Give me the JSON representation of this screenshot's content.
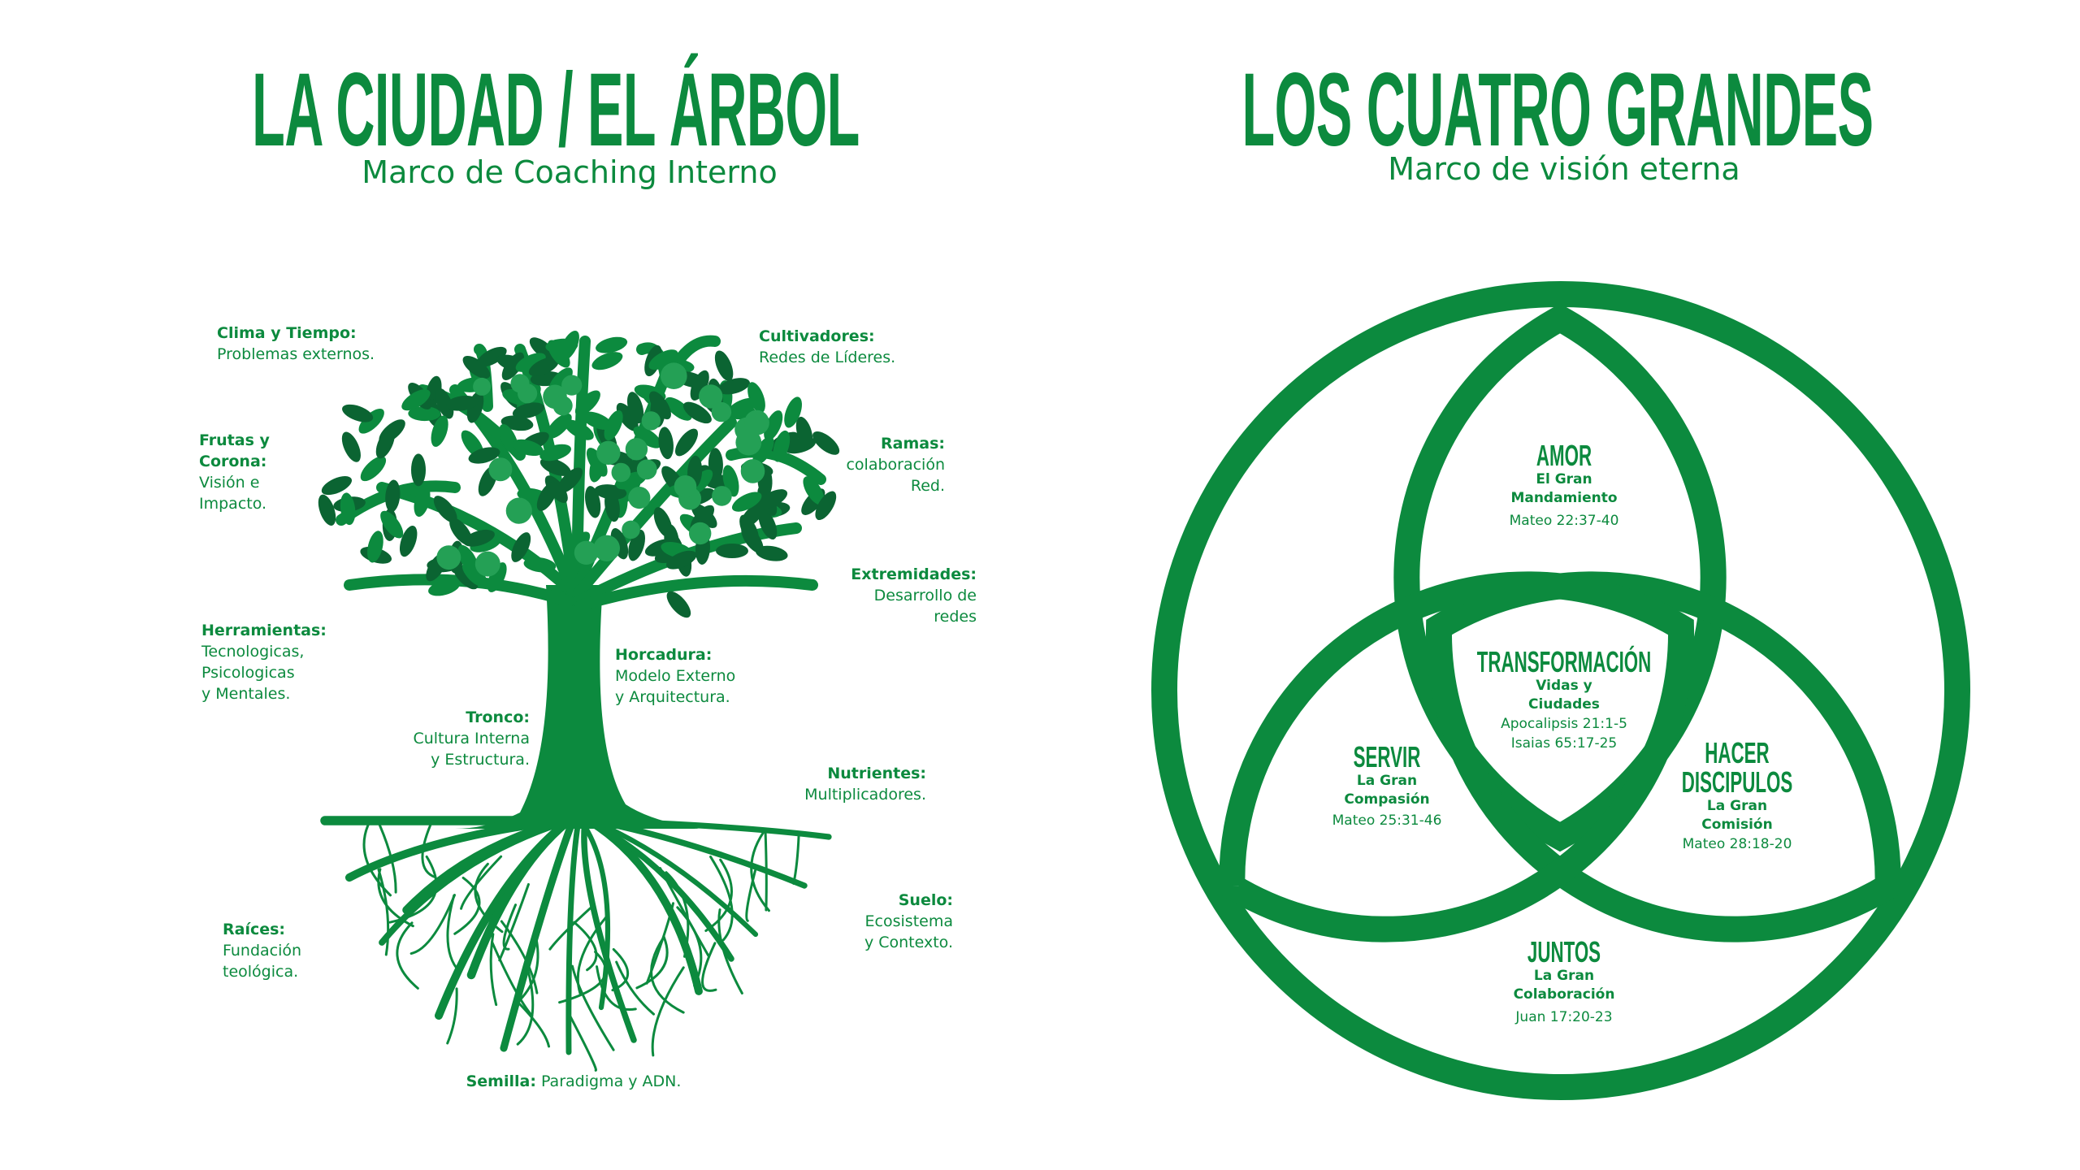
{
  "colors": {
    "green": "#0c8a3e",
    "dark_leaf": "#0b6432",
    "fruit": "#24a055",
    "background": "#ffffff"
  },
  "left": {
    "title": "LA CIUDAD / EL ÁRBOL",
    "subtitle": "Marco de Coaching Interno",
    "labels": {
      "clima": {
        "head": "Clima y Tiempo:",
        "lines": [
          "Problemas externos."
        ]
      },
      "cultivadores": {
        "head": "Cultivadores:",
        "lines": [
          "Redes de Líderes."
        ]
      },
      "frutas": {
        "head1": "Frutas y",
        "head2": "Corona:",
        "lines": [
          "Visión e",
          "Impacto."
        ]
      },
      "ramas": {
        "head": "Ramas:",
        "lines": [
          "colaboración",
          "Red."
        ]
      },
      "extremidades": {
        "head": "Extremidades:",
        "lines": [
          "Desarrollo de",
          "redes"
        ]
      },
      "herramientas": {
        "head": "Herramientas:",
        "lines": [
          "Tecnologicas,",
          "Psicologicas",
          "y Mentales."
        ]
      },
      "horcadura": {
        "head": "Horcadura:",
        "lines": [
          "Modelo Externo",
          "y Arquitectura."
        ]
      },
      "tronco": {
        "head": "Tronco:",
        "lines": [
          "Cultura Interna",
          "y Estructura."
        ]
      },
      "nutrientes": {
        "head": "Nutrientes:",
        "lines": [
          "Multiplicadores."
        ]
      },
      "suelo": {
        "head": "Suelo:",
        "lines": [
          "Ecosistema",
          "y Contexto."
        ]
      },
      "raices": {
        "head": "Raíces:",
        "lines": [
          "Fundación",
          "teológica."
        ]
      },
      "semilla": {
        "head": "Semilla:",
        "text": " Paradigma y ADN."
      }
    }
  },
  "right": {
    "title": "LOS CUATRO GRANDES",
    "subtitle": "Marco de visión eterna",
    "amor": {
      "heading": "AMOR",
      "sub": [
        "El Gran",
        "Mandamiento"
      ],
      "ref": "Mateo 22:37-40"
    },
    "transformacion": {
      "heading": "TRANSFORMACIÓN",
      "sub": [
        "Vidas y",
        "Ciudades"
      ],
      "refs": [
        "Apocalipsis 21:1-5",
        "Isaias 65:17-25"
      ]
    },
    "servir": {
      "heading": "SERVIR",
      "sub": [
        "La Gran",
        "Compasión"
      ],
      "ref": "Mateo 25:31-46"
    },
    "hacer": {
      "heading": [
        "HACER",
        "DISCIPULOS"
      ],
      "sub": [
        "La Gran",
        "Comisión"
      ],
      "ref": "Mateo 28:18-20"
    },
    "juntos": {
      "heading": "JUNTOS",
      "sub": [
        "La Gran",
        "Colaboración"
      ],
      "ref": "Juan 17:20-23"
    }
  }
}
